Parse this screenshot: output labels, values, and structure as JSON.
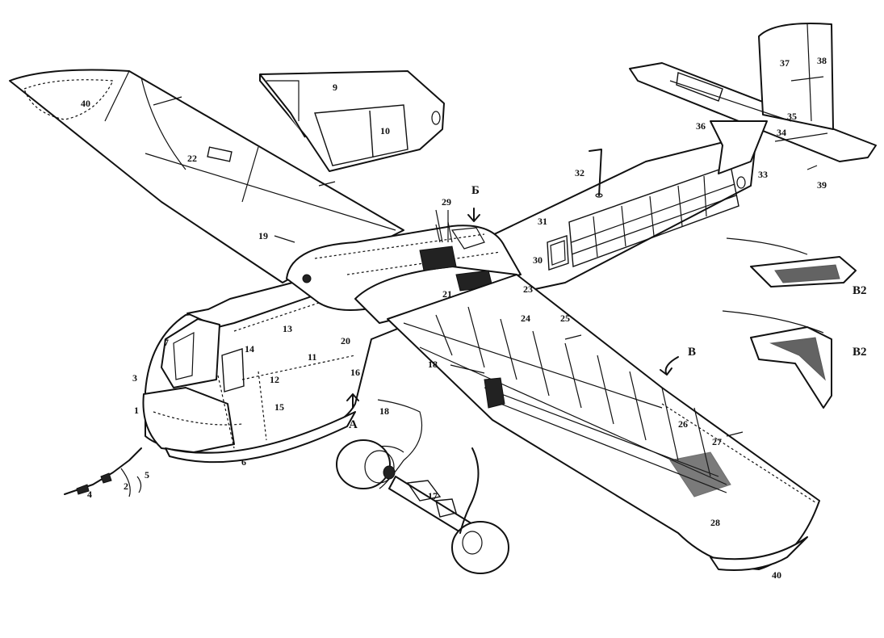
{
  "diagram": {
    "labels": [
      {
        "id": "n1",
        "text": "1"
      },
      {
        "id": "n2",
        "text": "2"
      },
      {
        "id": "n3",
        "text": "3"
      },
      {
        "id": "n4",
        "text": "4"
      },
      {
        "id": "n5",
        "text": "5"
      },
      {
        "id": "n6",
        "text": "6"
      },
      {
        "id": "n7",
        "text": "7"
      },
      {
        "id": "n9",
        "text": "9"
      },
      {
        "id": "n10",
        "text": "10"
      },
      {
        "id": "n11",
        "text": "11"
      },
      {
        "id": "n12",
        "text": "12"
      },
      {
        "id": "n13",
        "text": "13"
      },
      {
        "id": "n14",
        "text": "14"
      },
      {
        "id": "n15",
        "text": "15"
      },
      {
        "id": "n16",
        "text": "16"
      },
      {
        "id": "n17",
        "text": "17"
      },
      {
        "id": "n18a",
        "text": "18"
      },
      {
        "id": "n18b",
        "text": "18"
      },
      {
        "id": "n19",
        "text": "19"
      },
      {
        "id": "n20",
        "text": "20"
      },
      {
        "id": "n21",
        "text": "21"
      },
      {
        "id": "n22",
        "text": "22"
      },
      {
        "id": "n23",
        "text": "23"
      },
      {
        "id": "n24",
        "text": "24"
      },
      {
        "id": "n25",
        "text": "25"
      },
      {
        "id": "n26",
        "text": "26"
      },
      {
        "id": "n27",
        "text": "27"
      },
      {
        "id": "n28",
        "text": "28"
      },
      {
        "id": "n29",
        "text": "29"
      },
      {
        "id": "n30",
        "text": "30"
      },
      {
        "id": "n31",
        "text": "31"
      },
      {
        "id": "n32",
        "text": "32"
      },
      {
        "id": "n33",
        "text": "33"
      },
      {
        "id": "n34",
        "text": "34"
      },
      {
        "id": "n35",
        "text": "35"
      },
      {
        "id": "n36",
        "text": "36"
      },
      {
        "id": "n37",
        "text": "37"
      },
      {
        "id": "n38",
        "text": "38"
      },
      {
        "id": "n39",
        "text": "39"
      },
      {
        "id": "n40a",
        "text": "40"
      },
      {
        "id": "n40b",
        "text": "40"
      }
    ],
    "views": [
      {
        "id": "viewA",
        "text": "A"
      },
      {
        "id": "viewB",
        "text": "Б"
      },
      {
        "id": "viewV",
        "text": "В"
      },
      {
        "id": "viewV2a",
        "text": "В2"
      },
      {
        "id": "viewV2b",
        "text": "В2"
      }
    ]
  }
}
